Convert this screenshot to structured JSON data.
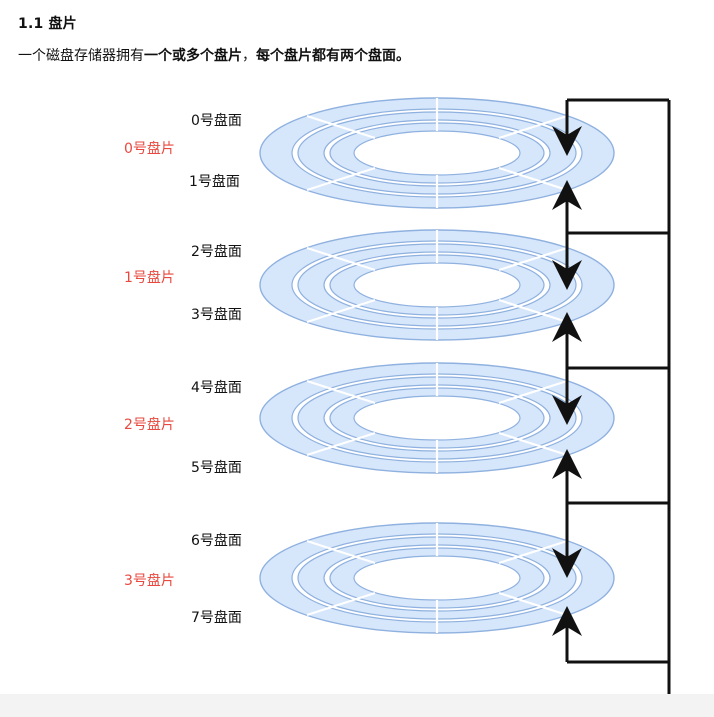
{
  "section": {
    "title": "1.1 盘片",
    "intro_prefix": "一个磁盘存储器拥有",
    "intro_bold_1": "一个或多个盘片",
    "intro_mid": "，",
    "intro_bold_2": "每个盘片都有两个盘面。"
  },
  "platters": [
    {
      "label": "0号盘片",
      "top_surface": "0号盘面",
      "bottom_surface": "1号盘面"
    },
    {
      "label": "1号盘片",
      "top_surface": "2号盘面",
      "bottom_surface": "3号盘面"
    },
    {
      "label": "2号盘片",
      "top_surface": "4号盘面",
      "bottom_surface": "5号盘面"
    },
    {
      "label": "3号盘片",
      "top_surface": "6号盘面",
      "bottom_surface": "7号盘面"
    }
  ],
  "colors": {
    "platter_label": "#e8483f",
    "disk_fill": "#d6e6fb",
    "disk_stroke": "#8fb1df",
    "arm": "#111111"
  }
}
